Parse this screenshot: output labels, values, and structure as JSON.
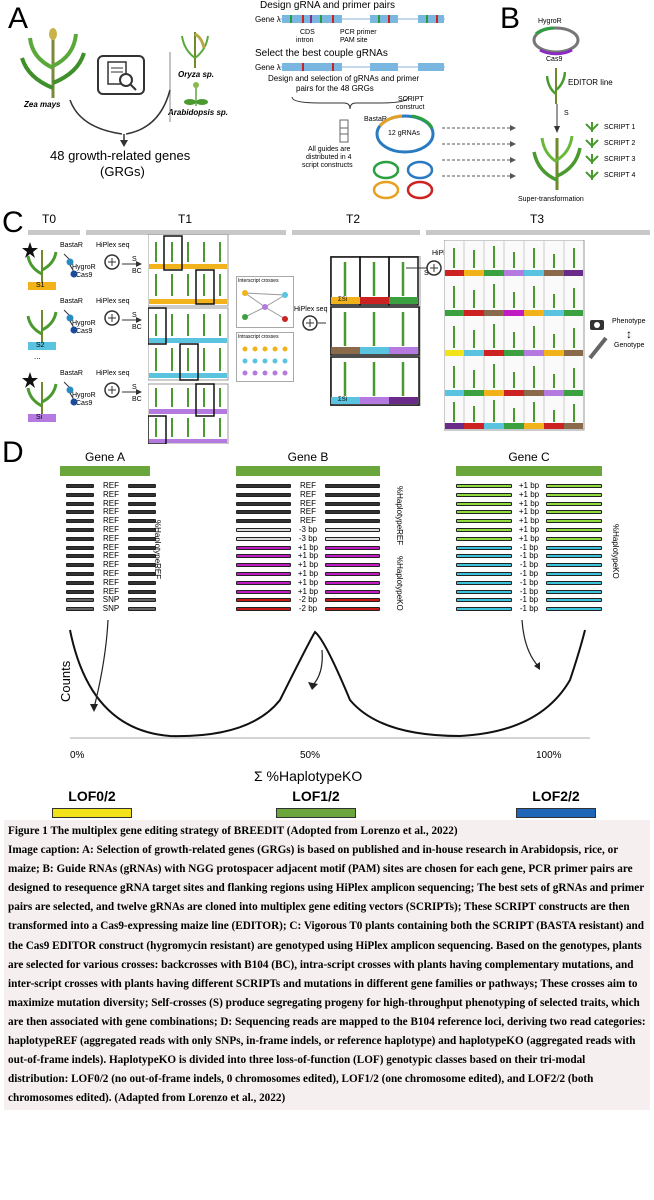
{
  "panelA": {
    "letter": "A",
    "species": [
      "Zea mays",
      "Oryza sp.",
      "Arabidopsis sp."
    ],
    "result_line1": "48 growth-related genes",
    "result_line2": "(GRGs)"
  },
  "designPanel": {
    "title": "Design gRNA and primer pairs",
    "gene_label": "Gene λ",
    "legend": [
      "CDS",
      "intron",
      "PCR primer",
      "PAM site"
    ],
    "select_title": "Select the best couple gRNAs",
    "design_caption_1": "Design and selection of gRNAs and primer",
    "design_caption_2": "pairs for the 48 GRGs",
    "distributed_1": "All guides are",
    "distributed_2": "distributed in 4",
    "distributed_3": "script constructs",
    "script_construct_1": "SCRIPT",
    "script_construct_2": "construct",
    "basta": "BastaR",
    "grnas": "12 gRNAs"
  },
  "panelB": {
    "letter": "B",
    "hygro": "HygroR",
    "cas9": "Cas9",
    "editor": "EDITOR line",
    "s": "S",
    "super": "Super-transformation",
    "scripts": [
      "SCRIPT 1",
      "SCRIPT 2",
      "SCRIPT 3",
      "SCRIPT 4"
    ]
  },
  "panelC": {
    "letter": "C",
    "stages": [
      "T0",
      "T1",
      "T2",
      "T3"
    ],
    "basta": "BastaR",
    "hygro": "HygroR",
    "cas9": "Cas9",
    "hiplex": "HiPlex seq",
    "s": "S",
    "bc": "BC",
    "inter": "Interscript crosses",
    "intra": "Intrascript crosses",
    "phenotype": "Phenotype",
    "genotype": "Genotype",
    "dots": "...",
    "s1": "S1",
    "s2": "S2",
    "si": "Si",
    "sigma": "ΣSi"
  },
  "panelD": {
    "letter": "D",
    "genes": [
      "Gene A",
      "Gene B",
      "Gene C"
    ],
    "geneA_labels": [
      "REF",
      "REF",
      "REF",
      "REF",
      "REF",
      "REF",
      "REF",
      "REF",
      "REF",
      "REF",
      "REF",
      "REF",
      "REF",
      "SNP",
      "SNP"
    ],
    "geneB_labels": [
      "REF",
      "REF",
      "REF",
      "REF",
      "REF",
      "-3 bp",
      "-3 bp",
      "+1 bp",
      "+1 bp",
      "+1 bp",
      "+1 bp",
      "+1 bp",
      "+1 bp",
      "-2 bp",
      "-2 bp"
    ],
    "geneC_labels": [
      "+1 bp",
      "+1 bp",
      "+1 bp",
      "+1 bp",
      "+1 bp",
      "+1 bp",
      "+1 bp",
      "-1 bp",
      "-1 bp",
      "-1 bp",
      "-1 bp",
      "-1 bp",
      "-1 bp",
      "-1 bp",
      "-1 bp"
    ],
    "haplo_ref": "%HaplotypeREF",
    "haplo_ko": "%HaplotypeKO",
    "counts": "Counts",
    "ticks": [
      "0%",
      "50%",
      "100%"
    ],
    "xlabel": "Σ %HaplotypeKO",
    "lof": [
      "LOF0/2",
      "LOF1/2",
      "LOF2/2"
    ],
    "colors": {
      "green": "#6aa63b",
      "dark": "#333333",
      "magenta": "#c11bc4",
      "red": "#c71818",
      "lightgreen": "#8fdc3c",
      "cyan": "#3cc3dc",
      "yellow": "#f2e21a",
      "blue": "#1f66b8",
      "gray": "#aaaaaa"
    }
  },
  "caption": {
    "title": "Figure 1 The multiplex gene editing strategy of BREEDIT (Adopted from Lorenzo et al., 2022)",
    "body": "Image caption: A: Selection of growth-related genes (GRGs) is based on published and in-house research in Arabidopsis, rice, or maize; B: Guide RNAs (gRNAs) with NGG protospacer adjacent motif (PAM) sites are chosen for each gene, PCR primer pairs are designed to resequence gRNA target sites and flanking regions using HiPlex amplicon sequencing; The best sets of gRNAs and primer pairs are selected, and twelve gRNAs are cloned into multiplex gene editing vectors (SCRIPTs); These SCRIPT constructs are then transformed into a Cas9-expressing maize line (EDITOR); C: Vigorous T0 plants containing both the SCRIPT (BASTA resistant) and the Cas9 EDITOR construct (hygromycin resistant) are genotyped using HiPlex amplicon sequencing. Based on the genotypes, plants are selected for various crosses: backcrosses with B104 (BC), intra-script crosses with plants having complementary mutations, and inter-script crosses with plants having different SCRIPTs and mutations in different gene families or pathways; These crosses aim to maximize mutation diversity; Self-crosses (S) produce segregating progeny for high-throughput phenotyping of selected traits, which are then associated with gene combinations; D: Sequencing reads are mapped to the B104 reference loci, deriving two read categories: haplotypeREF (aggregated reads with only SNPs, in-frame indels, or reference haplotype) and haplotypeKO (aggregated reads with out-of-frame indels). HaplotypeKO is divided into three loss-of-function (LOF) genotypic classes based on their tri-modal distribution: LOF0/2 (no out-of-frame indels, 0 chromosomes edited), LOF1/2 (one chromosome edited), and LOF2/2 (both chromosomes edited). (Adapted from Lorenzo et al., 2022)"
  }
}
